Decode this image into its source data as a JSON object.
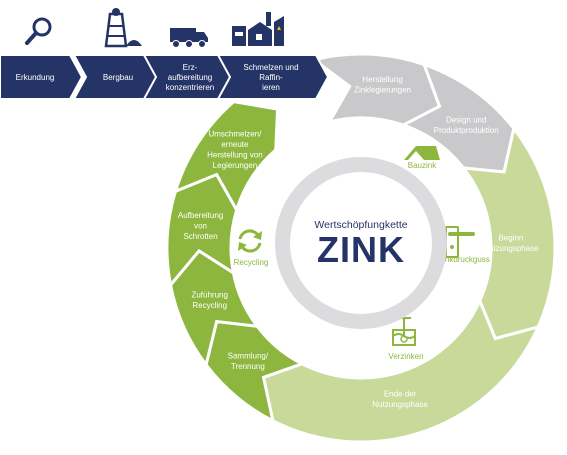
{
  "colors": {
    "navy": "#253467",
    "grey": "#c9c9cb",
    "grey_inner": "#dcdcde",
    "green_dark": "#8db63e",
    "green_light": "#c8d99a",
    "white": "#ffffff"
  },
  "top_chain": [
    {
      "lines": [
        "Erkundung"
      ],
      "icon": "magnifier-icon"
    },
    {
      "lines": [
        "Bergbau"
      ],
      "icon": "mine-tower-icon"
    },
    {
      "lines": [
        "Erz-",
        "aufbereitung",
        "konzentrieren"
      ],
      "icon": "dump-truck-icon"
    },
    {
      "lines": [
        "Schmelzen und",
        "Raffin-",
        "ieren"
      ],
      "icon": "factory-icon"
    }
  ],
  "ring_segments": [
    {
      "lines": [
        "Herstellung",
        "Zinklegierungen"
      ]
    },
    {
      "lines": [
        "Design und",
        "Produktproduktion"
      ]
    },
    {
      "lines": [
        "Beginn",
        "Nutzungsphase"
      ]
    },
    {
      "lines": [
        "Ende der",
        "Nutzungsphase"
      ]
    },
    {
      "lines": [
        "Sammlung/",
        "Trennung"
      ]
    },
    {
      "lines": [
        "Zuführung",
        "Recycling"
      ]
    },
    {
      "lines": [
        "Aufbereitung",
        "von",
        "Schrotten"
      ]
    },
    {
      "lines": [
        "Umschmelzen/",
        "erneute",
        "Herstellung von",
        "Legierungen"
      ]
    }
  ],
  "inner_icons": [
    {
      "label": "Bauzink",
      "icon": "house-roof-icon"
    },
    {
      "label": "Zinkdruckguss",
      "icon": "door-handle-icon"
    },
    {
      "label": "Verzinken",
      "icon": "galvanizing-bath-icon"
    },
    {
      "label": "Recycling",
      "icon": "recycling-arrows-icon"
    }
  ],
  "center": {
    "subtitle": "Wertschöpfungkette",
    "title": "ZINK"
  }
}
